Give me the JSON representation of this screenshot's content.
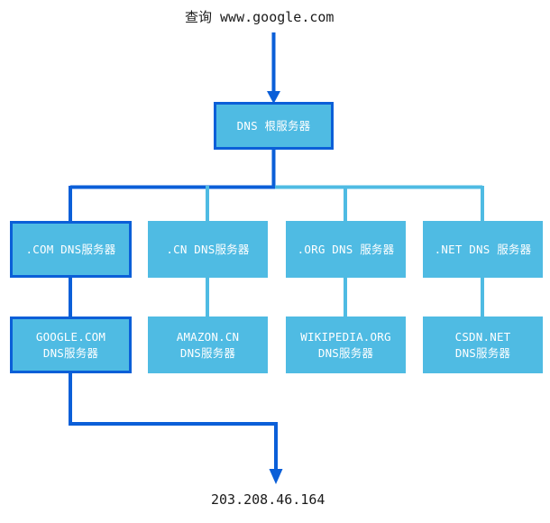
{
  "diagram": {
    "title_query": "查询 www.google.com",
    "result_ip": "203.208.46.164",
    "colors": {
      "node_fill": "#4fbbe3",
      "highlight_stroke": "#0b5fd8",
      "normal_stroke": "#4fbbe3",
      "text": "#ffffff",
      "label_text": "#1a1a1a"
    },
    "root": {
      "label": "DNS 根服务器",
      "highlighted": true
    },
    "tld_servers": [
      {
        "label": ".COM DNS服务器",
        "highlighted": true
      },
      {
        "label": ".CN DNS服务器",
        "highlighted": false
      },
      {
        "label": ".ORG DNS 服务器",
        "highlighted": false
      },
      {
        "label": ".NET DNS 服务器",
        "highlighted": false
      }
    ],
    "authoritative_servers": [
      {
        "line1": "GOOGLE.COM",
        "line2": "DNS服务器",
        "highlighted": true
      },
      {
        "line1": "AMAZON.CN",
        "line2": "DNS服务器",
        "highlighted": false
      },
      {
        "line1": "WIKIPEDIA.ORG",
        "line2": "DNS服务器",
        "highlighted": false
      },
      {
        "line1": "CSDN.NET",
        "line2": "DNS服务器",
        "highlighted": false
      }
    ]
  }
}
